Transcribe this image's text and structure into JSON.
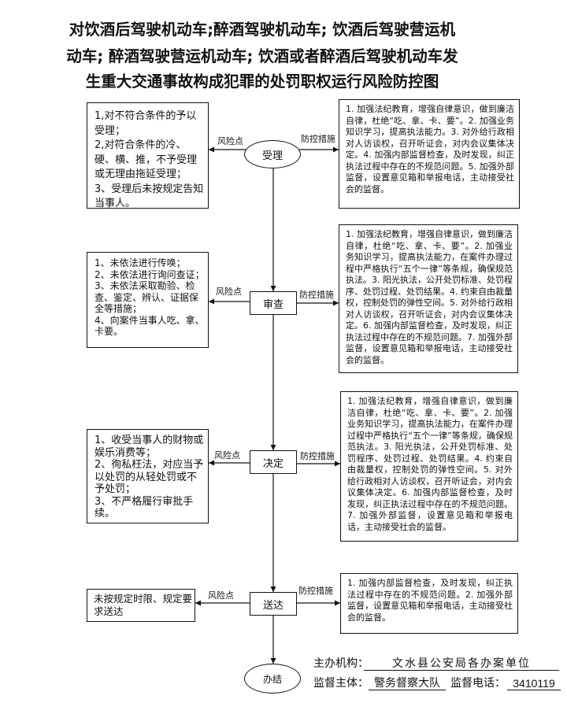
{
  "title": {
    "line1": "对饮酒后驾驶机动车;醉酒驾驶机动车; 饮酒后驾驶营运机",
    "line2": "动车; 醉酒驾驶营运机动车; 饮酒或者醉酒后驾驶机动车发",
    "line3": "生重大交通事故构成犯罪的处罚职权运行风险防控图"
  },
  "labels": {
    "risk": "风险点",
    "control": "防控措施"
  },
  "steps": [
    {
      "name": "受理",
      "risks": [
        "1,对不符合条件的予以受理；",
        "2,对符合条件的冷、硬、横、推，不予受理或无理由拖延受理；",
        "3、受理后未按规定告知当事人。"
      ],
      "controls": "1. 加强法纪教育，增强自律意识，做到廉洁自律，杜绝“吃、拿、卡、要”。2. 加强业务知识学习，提高执法能力。3. 对外给行政相对人访谈权，召开听证会，对内会议集体决定。4. 加强内部监督检查，及时发现，纠正执法过程中存在的不规范问题。5. 加强外部监督，设置意见箱和举报电话，主动接受社会的监督。"
    },
    {
      "name": "审查",
      "risks": [
        "1、未依法进行传唤；",
        "2、未依法进行询问查证；",
        "3、未依法采取勘验、检查、鉴定、辨认、证据保全等措施；",
        "4、向案件当事人吃、拿、卡要。"
      ],
      "controls": "1. 加强法纪教育，增强自律意识，做到廉洁自律，杜绝“吃、拿、卡、要”。2. 加强业务知识学习，提高执法能力，在案件办理过程中严格执行“五个一律”等条规，确保规范执法。3. 阳光执法，公开处罚标准、处罚程序、处罚过程、处罚结果。4. 约束自由裁量权，控制处罚的弹性空间。5. 对外给行政相对人访谈权，召开听证会，对内会议集体决定。6. 加强内部监督检查，及时发现，纠正执法过程中存在的不规范问题。7. 加强外部监督，设置意见箱和举报电话，主动接受社会的监督。"
    },
    {
      "name": "决定",
      "risks": [
        "1、收受当事人的财物或娱乐消费等；",
        "2、徇私枉法，对应当予以处罚的从轻处罚或不予处罚；",
        "3、不严格履行审批手续。"
      ],
      "controls": "1. 加强法纪教育，增强自律意识，做到廉洁自律，杜绝“吃、拿、卡、要”。2. 加强业务知识学习，提高执法能力，在案件办理过程中严格执行“五个一律”等条规，确保规范执法。3. 阳光执法，公开处罚标准、处罚程序、处罚过程、处罚结果。4. 约束自由裁量权，控制处罚的弹性空间。5. 对外给行政相对人访谈权，召开听证会，对内会议集体决定。6. 加强内部监督检查，及时发现，纠正执法过程中存在的不规范问题。7. 加强外部监督，设置意见箱和举报电话，主动接受社会的监督。"
    },
    {
      "name": "送达",
      "risks": [
        "未按规定时限、规定要求送达"
      ],
      "controls": "1. 加强内部监督检查，及时发现，纠正执法过程中存在的不规范问题。2. 加强外部监督，设置意见箱和举报电话，主动接受社会的监督。"
    }
  ],
  "end_step": "办结",
  "footer": {
    "organizer_label": "主办机构：",
    "organizer": "文水县公安局各办案单位",
    "supervisor_label": "监督主体：",
    "supervisor": "警务督察大队",
    "phone_label": "监督电话：",
    "phone": "3410119"
  }
}
